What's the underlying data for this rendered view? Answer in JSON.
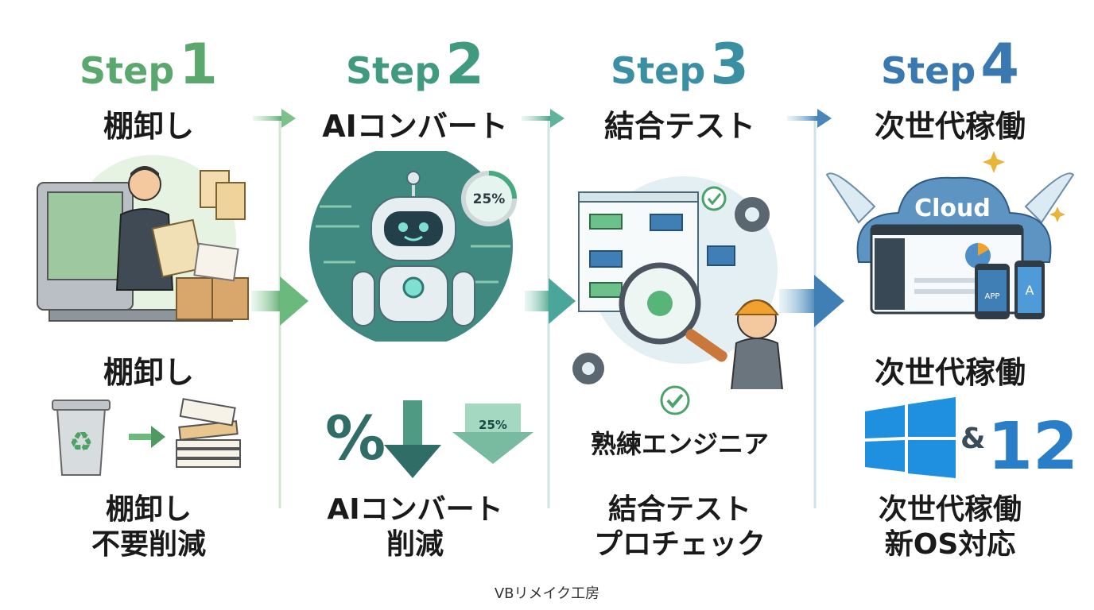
{
  "steps": [
    {
      "word": "Step",
      "num": "1",
      "title": "棚卸し",
      "mid": "棚卸し",
      "caption1": "棚卸し",
      "caption2": "不要削減",
      "color": "#5aa86e"
    },
    {
      "word": "Step",
      "num": "2",
      "title": "AIコンバート",
      "mid": "",
      "caption1": "AIコンバート",
      "caption2": "削減",
      "color": "#3f9a7e"
    },
    {
      "word": "Step",
      "num": "3",
      "title": "結合テスト",
      "mid": "熟練エンジニア",
      "caption1": "結合テスト",
      "caption2": "プロチェック",
      "color": "#3b8fa3"
    },
    {
      "word": "Step",
      "num": "4",
      "title": "次世代稼働",
      "mid": "次世代稼働",
      "caption1": "次世代稼働",
      "caption2": "新OS対応",
      "color": "#3a79b0"
    }
  ],
  "illustration_labels": {
    "progress_badge": "25%",
    "percent_symbol": "%",
    "arrow_badge": "25%",
    "cloud": "Cloud",
    "app_label": "APP",
    "os_and": "&",
    "os_version": "12"
  },
  "footer": "VBリメイク工房"
}
